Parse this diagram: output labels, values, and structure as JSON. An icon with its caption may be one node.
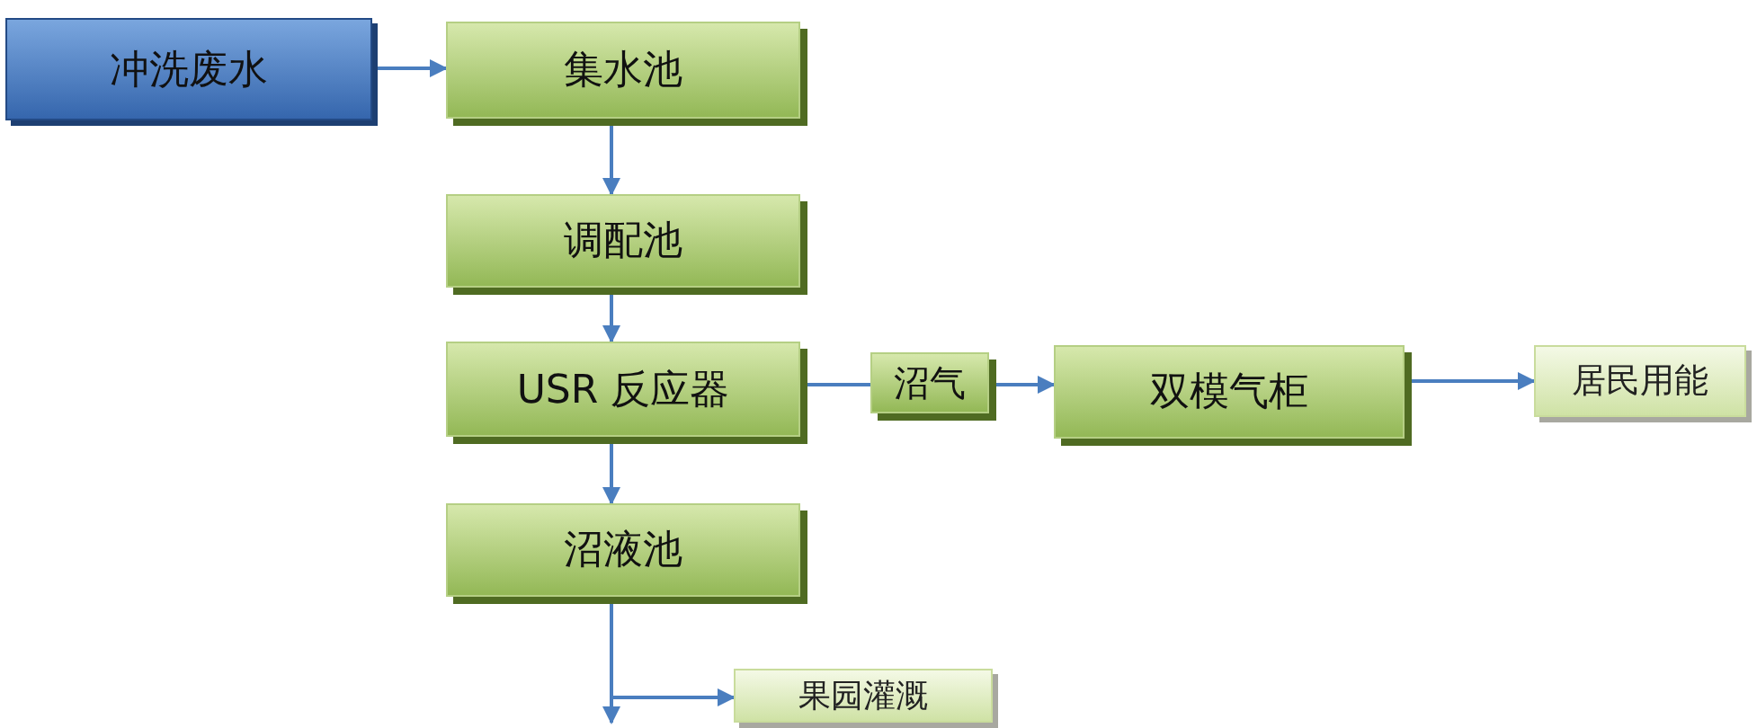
{
  "diagram": {
    "nodes": [
      {
        "text": [
          "冲洗废水"
        ]
      },
      {
        "text": [
          "集水池"
        ]
      },
      {
        "text": [
          "调配池"
        ]
      },
      {
        "text": [
          "USR 反应器"
        ]
      },
      {
        "text": [
          "沼气"
        ]
      },
      {
        "text": [
          "双模气柜"
        ]
      },
      {
        "text": [
          "居民用能"
        ]
      },
      {
        "text": [
          "沼液池"
        ]
      },
      {
        "text": [
          "果园灌溉"
        ]
      }
    ],
    "edges": [
      {
        "from": 0,
        "to": 1,
        "arrow": "to"
      },
      {
        "from": 1,
        "to": 2,
        "arrow": "to"
      },
      {
        "from": 2,
        "to": 3,
        "arrow": "to"
      },
      {
        "from": 3,
        "to": 4,
        "arrow": "none"
      },
      {
        "from": 4,
        "to": 5,
        "arrow": "to"
      },
      {
        "from": 5,
        "to": 6,
        "arrow": "to"
      },
      {
        "from": 3,
        "to": 7,
        "arrow": "to"
      },
      {
        "from": 7,
        "to": 8,
        "arrow": "to"
      },
      {
        "from": 7,
        "to": null,
        "arrow": "to"
      }
    ]
  }
}
